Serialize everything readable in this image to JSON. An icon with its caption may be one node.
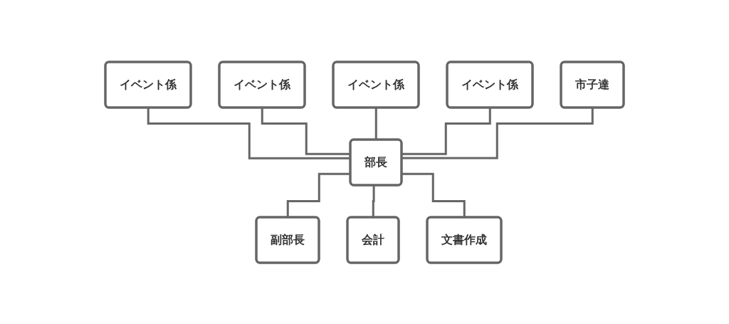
{
  "diagram": {
    "nodes": [
      {
        "text": [
          "イベント係"
        ]
      },
      {
        "text": [
          "イベント係"
        ]
      },
      {
        "text": [
          "イベント係"
        ]
      },
      {
        "text": [
          "イベント係"
        ]
      },
      {
        "text": [
          "市子達"
        ]
      },
      {
        "text": [
          "部長"
        ]
      },
      {
        "text": [
          "副部長"
        ]
      },
      {
        "text": [
          "会計"
        ]
      },
      {
        "text": [
          "文書作成"
        ]
      }
    ],
    "edges": [
      {
        "from": 0,
        "to": 5,
        "arrow": "none"
      },
      {
        "from": 1,
        "to": 5,
        "arrow": "none"
      },
      {
        "from": 2,
        "to": 5,
        "arrow": "none"
      },
      {
        "from": 3,
        "to": 5,
        "arrow": "none"
      },
      {
        "from": 4,
        "to": 5,
        "arrow": "none"
      },
      {
        "from": 5,
        "to": 6,
        "arrow": "none"
      },
      {
        "from": 5,
        "to": 7,
        "arrow": "none"
      },
      {
        "from": 5,
        "to": 8,
        "arrow": "none"
      }
    ]
  }
}
